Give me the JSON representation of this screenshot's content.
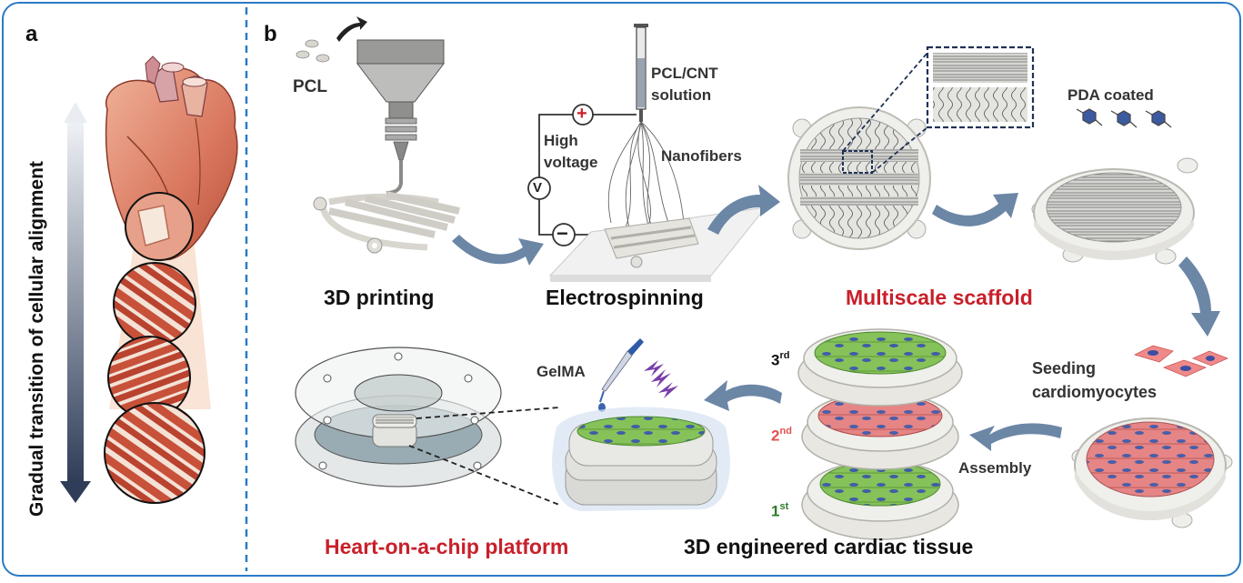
{
  "panels": {
    "a": "a",
    "b": "b"
  },
  "panel_a": {
    "axis_label": "Gradual transition of cellular alignment"
  },
  "panel_b": {
    "material": "PCL",
    "solution": "PCL/CNT\nsolution",
    "solution_l1": "PCL/CNT",
    "solution_l2": "solution",
    "voltage_l1": "High",
    "voltage_l2": "voltage",
    "voltmeter": "V",
    "plus": "+",
    "minus": "−",
    "nanofibers": "Nanofibers",
    "pda": "PDA coated",
    "seeding_l1": "Seeding",
    "seeding_l2": "cardiomyocytes",
    "gelma": "GelMA",
    "assembly": "Assembly",
    "layers": [
      {
        "num": "3",
        "suffix": "rd",
        "color": "#111111"
      },
      {
        "num": "2",
        "suffix": "nd",
        "color": "#e0524f"
      },
      {
        "num": "1",
        "suffix": "st",
        "color": "#2f7a2a"
      }
    ],
    "stages": {
      "printing": "3D printing",
      "electrospinning": "Electrospinning",
      "scaffold": "Multiscale scaffold",
      "tissue": "3D engineered cardiac tissue",
      "chip": "Heart-on-a-chip platform"
    }
  },
  "colors": {
    "frame": "#2b7bc4",
    "accent_red": "#c8202a",
    "arrow": "#6c86a6",
    "muscle": "#c8513a",
    "cell_green": "#76b84a",
    "cell_red": "#e07b7b",
    "scaffold": "#e9e9e4"
  }
}
